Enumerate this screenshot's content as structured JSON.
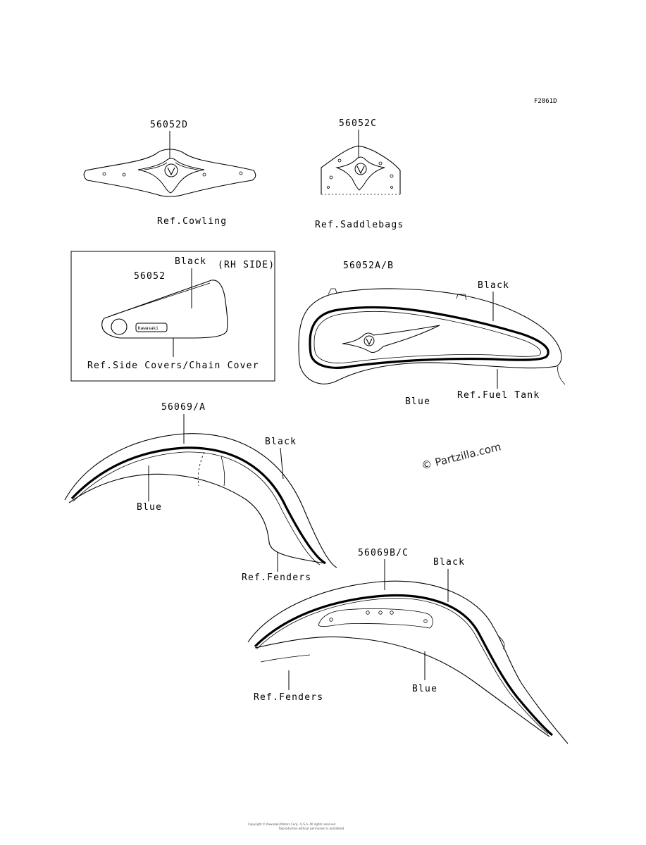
{
  "figure_code": "F2861D",
  "parts": {
    "cowling_label": "56052D",
    "cowling_ref": "Ref.Cowling",
    "saddlebag_label": "56052C",
    "saddlebag_ref": "Ref.Saddlebags",
    "side_cover_label": "56052",
    "side_cover_color": "Black",
    "side_cover_note": "(RH SIDE)",
    "side_cover_ref": "Ref.Side Covers/Chain Cover",
    "side_cover_logo": "Kawasaki",
    "tank_label": "56052A/B",
    "tank_color_black": "Black",
    "tank_color_blue": "Blue",
    "tank_ref": "Ref.Fuel Tank",
    "front_fender_label": "56069/A",
    "front_fender_black": "Black",
    "front_fender_blue": "Blue",
    "front_fender_ref": "Ref.Fenders",
    "rear_fender_label": "56069B/C",
    "rear_fender_black": "Black",
    "rear_fender_blue": "Blue",
    "rear_fender_ref": "Ref.Fenders"
  },
  "watermark": "© Partzilla.com",
  "footer_line1": "Copyright © Kawasaki Motors Corp., U.S.A. All rights reserved.",
  "footer_line2": "Reproduction without permission is prohibited."
}
